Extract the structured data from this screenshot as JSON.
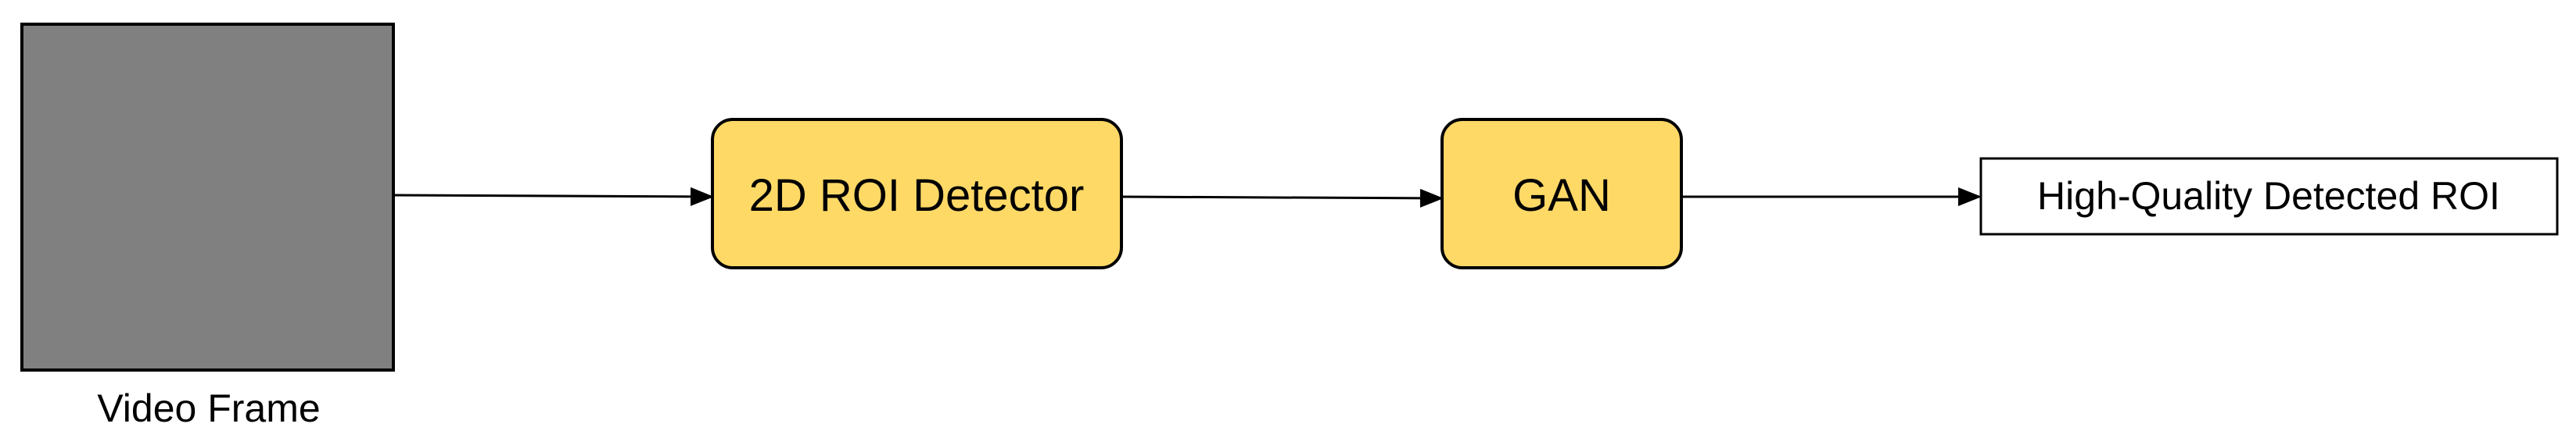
{
  "nodes": {
    "video_frame": {
      "label": "Video Frame",
      "fill": "#808080",
      "stroke": "#000000"
    },
    "roi_detector": {
      "label": "2D ROI Detector",
      "fill": "#ffd966",
      "stroke": "#000000"
    },
    "gan": {
      "label": "GAN",
      "fill": "#ffd966",
      "stroke": "#000000"
    },
    "output": {
      "label": "High-Quality Detected ROI",
      "fill": "#ffffff",
      "stroke": "#000000"
    }
  },
  "edges": [
    {
      "from": "video_frame",
      "to": "roi_detector"
    },
    {
      "from": "roi_detector",
      "to": "gan"
    },
    {
      "from": "gan",
      "to": "output"
    }
  ]
}
